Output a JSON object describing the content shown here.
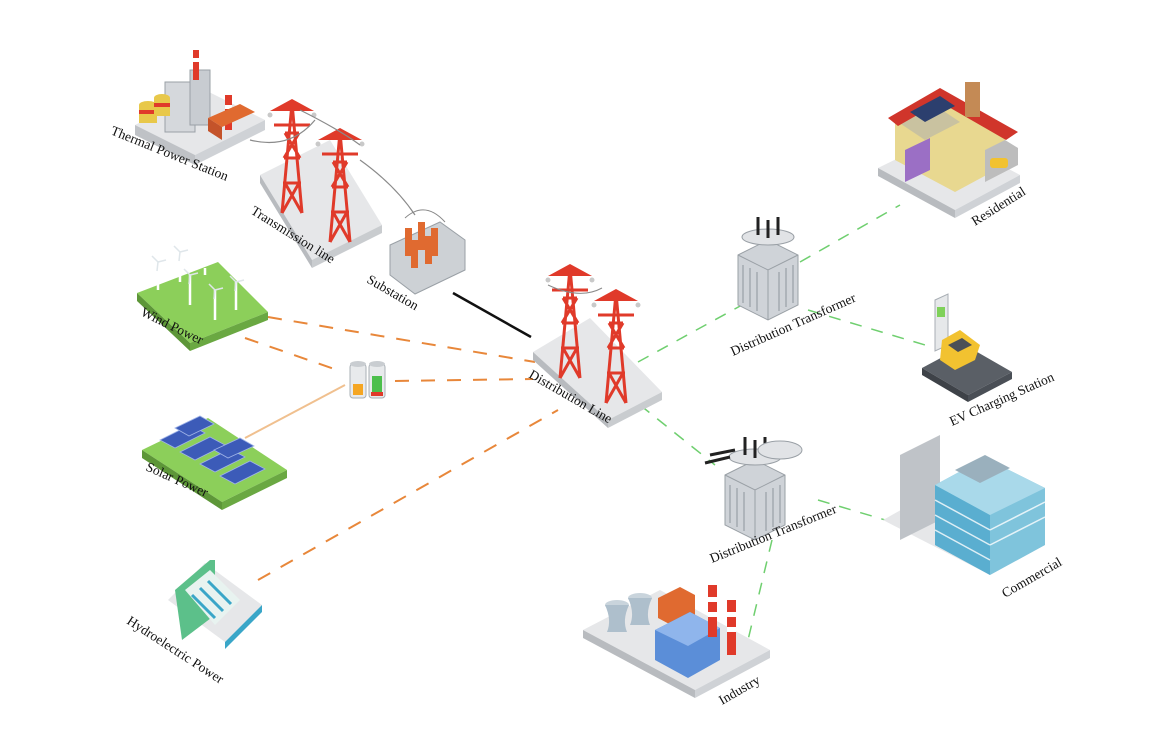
{
  "labels": {
    "thermal": "Thermal Power Station",
    "transmission": "Transmission line",
    "substation": "Substation",
    "wind": "Wind Power",
    "solar": "Solar Power",
    "hydro": "Hydroelectric Power",
    "distribution_line": "Distribution Line",
    "dist_transformer_top": "Distribution Transformer",
    "dist_transformer_bottom": "Distribution Transformer",
    "residential": "Residential",
    "ev": "EV Charging Station",
    "commercial": "Commercial",
    "industry": "Industry"
  },
  "colors": {
    "generation_link": "#e8873a",
    "consumption_link": "#6fcf6f",
    "grid_link": "#111111",
    "tower": "#e03a2a",
    "platform": "#d9dadd"
  },
  "icons": {
    "thermal": "thermal-plant-icon",
    "tower": "power-tower-icon",
    "substation": "substation-icon",
    "wind": "wind-farm-icon",
    "solar": "solar-farm-icon",
    "hydro": "hydro-dam-icon",
    "battery": "battery-storage-icon",
    "transformer": "transformer-icon",
    "house": "house-icon",
    "ev": "ev-charger-icon",
    "office": "office-building-icon",
    "factory": "factory-icon"
  }
}
